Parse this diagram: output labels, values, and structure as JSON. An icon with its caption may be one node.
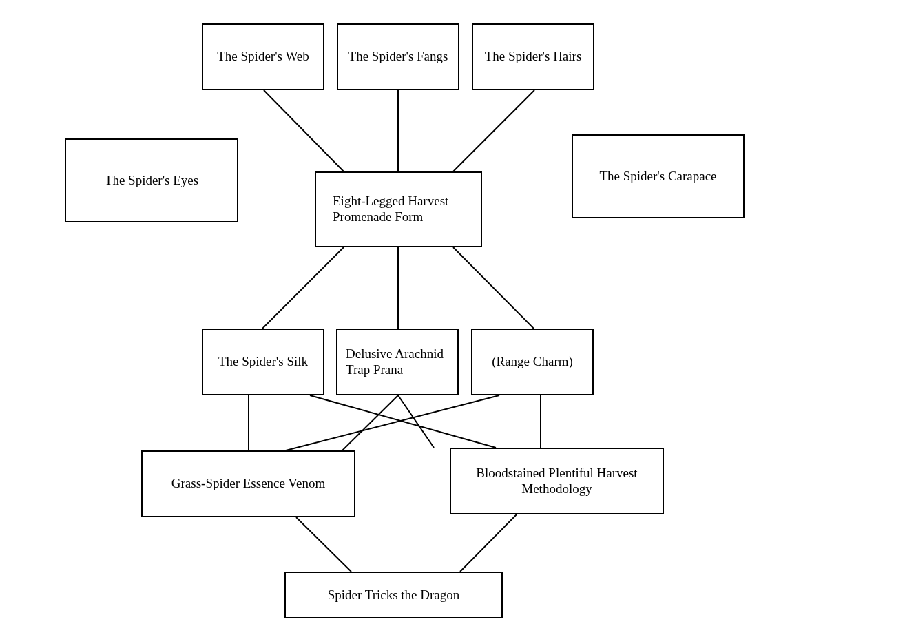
{
  "diagram": {
    "nodes": [
      {
        "text": [
          "The Spider's Web"
        ]
      },
      {
        "text": [
          "The Spider's Fangs"
        ]
      },
      {
        "text": [
          "The Spider's Hairs"
        ]
      },
      {
        "text": [
          "The Spider's Eyes"
        ]
      },
      {
        "text": [
          "Eight-Legged Harvest Promenade Form"
        ]
      },
      {
        "text": [
          "The Spider's Carapace"
        ]
      },
      {
        "text": [
          "The Spider's Silk"
        ]
      },
      {
        "text": [
          "Delusive Arachnid Trap Prana"
        ]
      },
      {
        "text": [
          "(Range Charm)"
        ]
      },
      {
        "text": [
          "Grass-Spider Essence Venom"
        ]
      },
      {
        "text": [
          "Bloodstained Plentiful Harvest Methodology"
        ]
      },
      {
        "text": [
          "Spider Tricks the Dragon"
        ]
      }
    ],
    "edges": [
      {
        "from": 0,
        "to": 4,
        "arrow": "none"
      },
      {
        "from": 1,
        "to": 4,
        "arrow": "none"
      },
      {
        "from": 2,
        "to": 4,
        "arrow": "none"
      },
      {
        "from": 4,
        "to": 6,
        "arrow": "none"
      },
      {
        "from": 4,
        "to": 7,
        "arrow": "none"
      },
      {
        "from": 4,
        "to": 8,
        "arrow": "none"
      },
      {
        "from": 6,
        "to": 9,
        "arrow": "none"
      },
      {
        "from": 6,
        "to": 10,
        "arrow": "none"
      },
      {
        "from": 7,
        "to": 9,
        "arrow": "none"
      },
      {
        "from": 7,
        "to": 10,
        "arrow": "none"
      },
      {
        "from": 8,
        "to": 9,
        "arrow": "none"
      },
      {
        "from": 8,
        "to": 10,
        "arrow": "none"
      },
      {
        "from": 9,
        "to": 11,
        "arrow": "none"
      },
      {
        "from": 10,
        "to": 11,
        "arrow": "none"
      }
    ]
  }
}
